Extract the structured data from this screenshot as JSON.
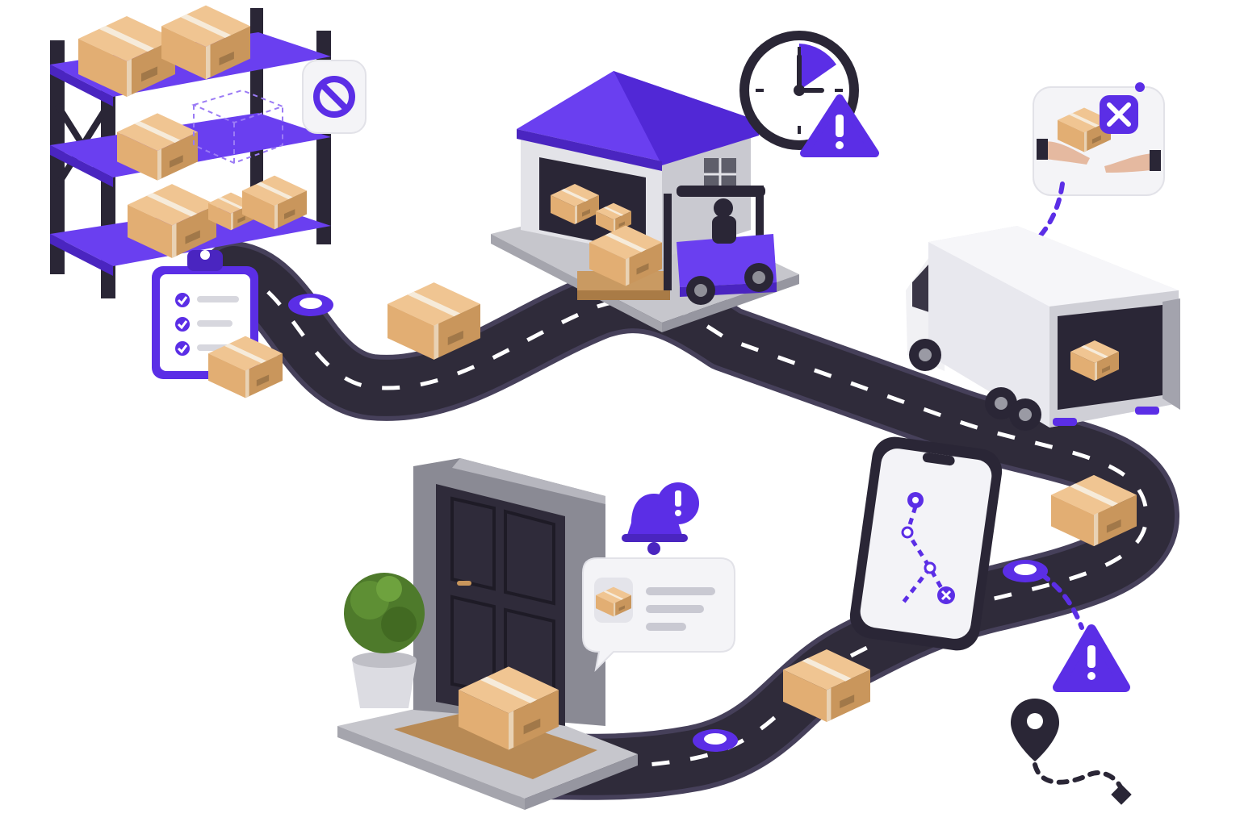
{
  "colors": {
    "accent": "#5B2EE6",
    "accent_light": "#7A55F0",
    "road": "#2F2B3A",
    "road_edge": "#46405A",
    "lane": "#FFFFFF",
    "cardboard": "#E7B77E",
    "cardboard_dark": "#C9965C",
    "tape": "#F2E6D3",
    "shelf_frame": "#2A2636",
    "truck": "#F1F1F4",
    "warning": "#5B2EE6",
    "slab": "#BDBDC4"
  },
  "icons": [
    "blocked-icon",
    "clock-icon",
    "warning-icon",
    "cancel-handoff-icon",
    "checklist-icon",
    "bell-alert-icon",
    "notification-bubble-icon",
    "map-route-icon",
    "location-pin-icon"
  ],
  "stages": [
    "inventory-shelves",
    "warehouse-loading",
    "truck-transport",
    "route-tracking",
    "doorstep-delivery"
  ]
}
